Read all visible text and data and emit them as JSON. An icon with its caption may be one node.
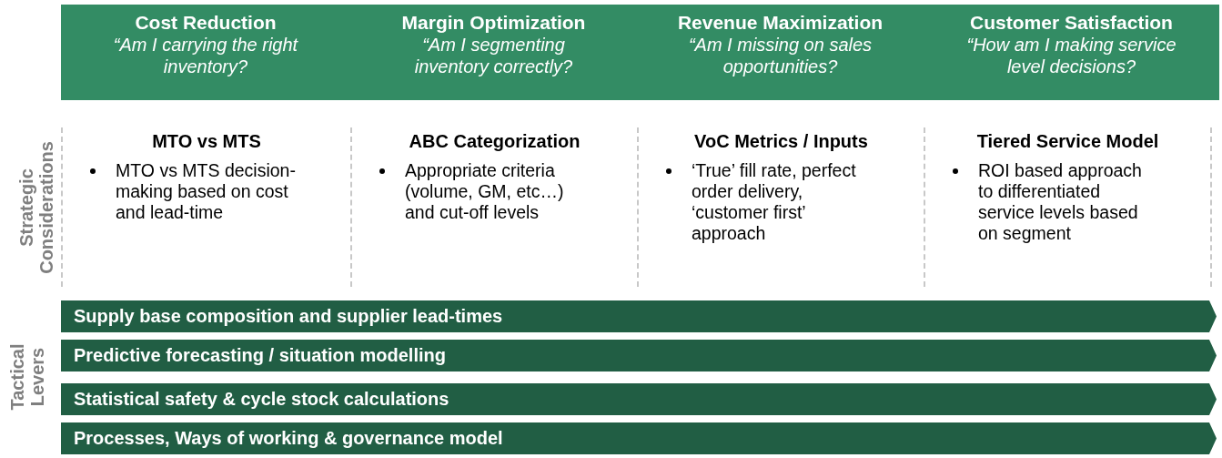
{
  "diagram": {
    "nodes": [
      {
        "text": [
          "Cost Reduction",
          "“Am I carrying the right inventory?"
        ]
      },
      {
        "text": [
          "Margin Optimization",
          "“Am I segmenting inventory correctly?"
        ]
      },
      {
        "text": [
          "Revenue Maximization",
          "“Am I missing on sales opportunities?"
        ]
      },
      {
        "text": [
          "Customer Satisfaction",
          "“How am I making service level decisions?"
        ]
      },
      {
        "text": [
          "MTO vs MTS",
          "MTO vs MTS decision-making based on cost and lead-time"
        ]
      },
      {
        "text": [
          "ABC Categorization",
          "Appropriate criteria (volume, GM, etc…) and cut-off levels"
        ]
      },
      {
        "text": [
          "VoC Metrics / Inputs",
          "‘True’ fill rate, perfect order delivery, ‘customer first’ approach"
        ]
      },
      {
        "text": [
          "Tiered Service Model",
          "ROI based approach to differentiated service levels based on segment"
        ]
      },
      {
        "text": [
          "Supply base composition and supplier lead-times"
        ]
      },
      {
        "text": [
          "Predictive forecasting / situation modelling"
        ]
      },
      {
        "text": [
          "Statistical safety & cycle stock calculations"
        ]
      },
      {
        "text": [
          "Processes, Ways of working & governance model"
        ]
      }
    ],
    "edges": [],
    "labels": [
      "Strategic Considerations",
      "Tactical Levers"
    ]
  }
}
